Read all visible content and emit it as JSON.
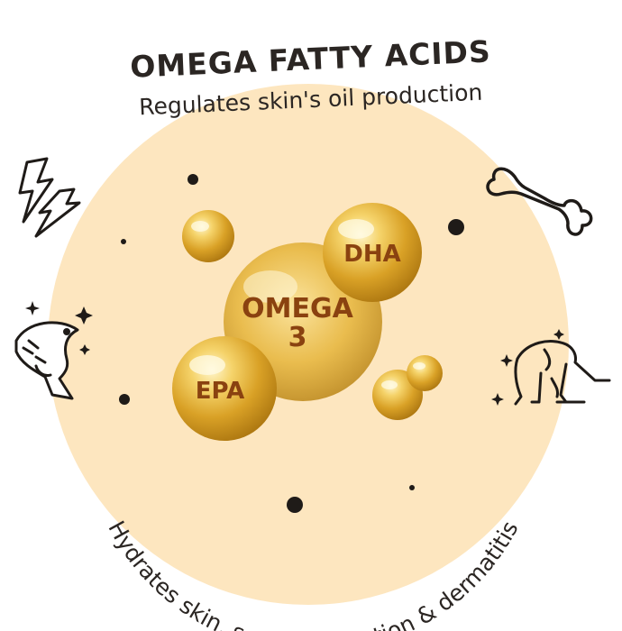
{
  "header": {
    "title": "OMEGA FATTY ACIDS",
    "subtitle": "Regulates skin's oil production"
  },
  "bubbles": {
    "center_line1": "OMEGA",
    "center_line2": "3",
    "dha": "DHA",
    "epa": "EPA"
  },
  "footer": {
    "curved_text": "Hydrates skin, soothes irritation & dermatitis"
  },
  "icons": [
    "lightning-icon",
    "bone-icon",
    "fish-icon",
    "dog-icon",
    "sparkle-icon"
  ],
  "colors": {
    "backdrop": "#fde6bf",
    "bubble_gold": "#e8b63a",
    "label": "#8a4210",
    "ink": "#2b2623"
  }
}
